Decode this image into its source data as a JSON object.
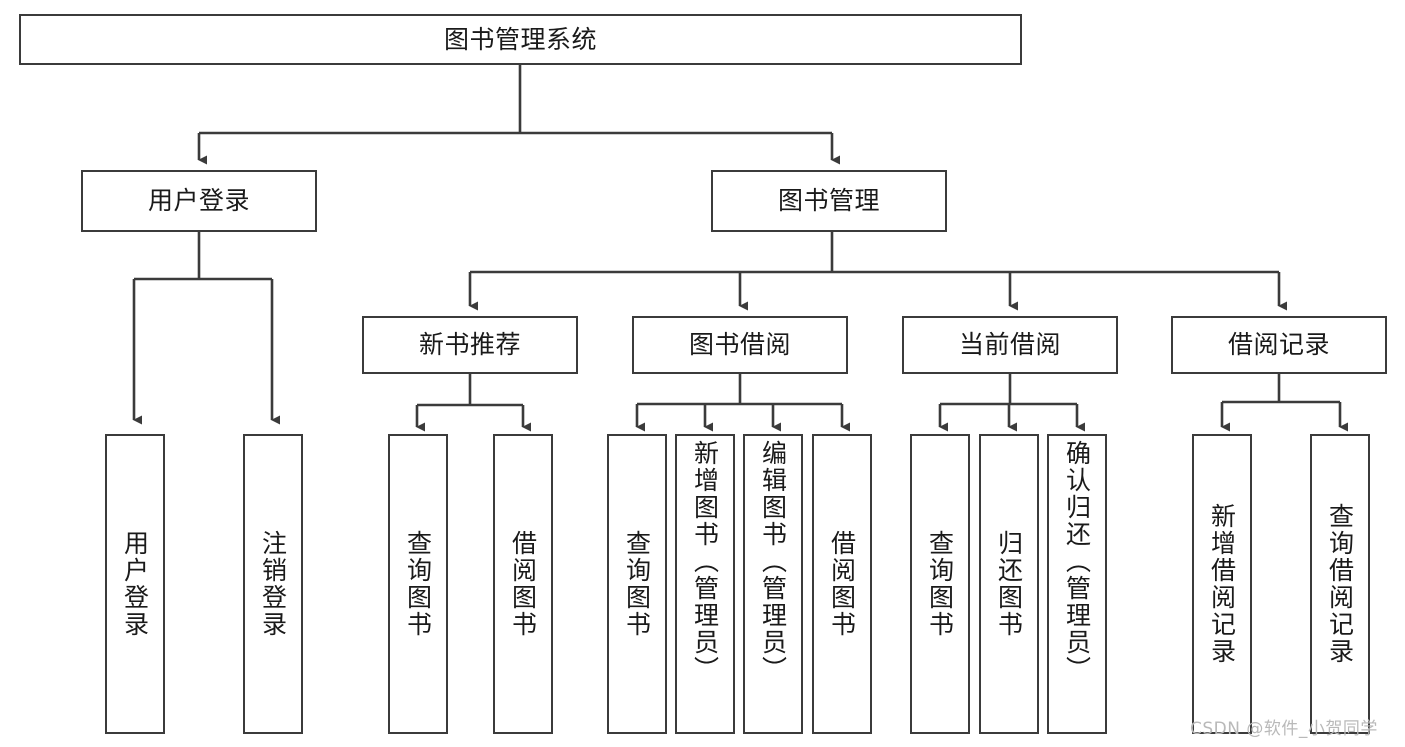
{
  "diagram": {
    "title": "图书管理系统",
    "watermark": "CSDN @软件_小贺同学",
    "colors": {
      "stroke": "#3b3b3b",
      "fill": "#ffffff",
      "text": "#1a1a1a",
      "watermark": "#b9b9b9"
    },
    "levels": {
      "level1": {
        "root": {
          "id": "root",
          "label": "图书管理系统"
        }
      },
      "level2": [
        {
          "id": "user-login",
          "label": "用户登录"
        },
        {
          "id": "book-manage",
          "label": "图书管理"
        }
      ],
      "level3": [
        {
          "id": "new-book-rec",
          "label": "新书推荐",
          "parent": "book-manage"
        },
        {
          "id": "book-borrow",
          "label": "图书借阅",
          "parent": "book-manage"
        },
        {
          "id": "current-borrow",
          "label": "当前借阅",
          "parent": "book-manage"
        },
        {
          "id": "borrow-record",
          "label": "借阅记录",
          "parent": "book-manage"
        }
      ],
      "leaves": [
        {
          "id": "leaf-user-login",
          "label": "用户登录",
          "parent": "user-login"
        },
        {
          "id": "leaf-user-logout",
          "label": "注销登录",
          "parent": "user-login"
        },
        {
          "id": "leaf-query-book-1",
          "label": "查询图书",
          "parent": "new-book-rec"
        },
        {
          "id": "leaf-borrow-book-1",
          "label": "借阅图书",
          "parent": "new-book-rec"
        },
        {
          "id": "leaf-query-book-2",
          "label": "查询图书",
          "parent": "book-borrow"
        },
        {
          "id": "leaf-add-book",
          "label": "新增图书（管理员）",
          "parent": "book-borrow"
        },
        {
          "id": "leaf-edit-book",
          "label": "编辑图书（管理员）",
          "parent": "book-borrow"
        },
        {
          "id": "leaf-borrow-book-2",
          "label": "借阅图书",
          "parent": "book-borrow"
        },
        {
          "id": "leaf-query-book-3",
          "label": "查询图书",
          "parent": "current-borrow"
        },
        {
          "id": "leaf-return-book",
          "label": "归还图书",
          "parent": "current-borrow"
        },
        {
          "id": "leaf-confirm-return",
          "label": "确认归还（管理员）",
          "parent": "current-borrow"
        },
        {
          "id": "leaf-add-record",
          "label": "新增借阅记录",
          "parent": "borrow-record"
        },
        {
          "id": "leaf-query-record",
          "label": "查询借阅记录",
          "parent": "borrow-record"
        }
      ]
    }
  }
}
